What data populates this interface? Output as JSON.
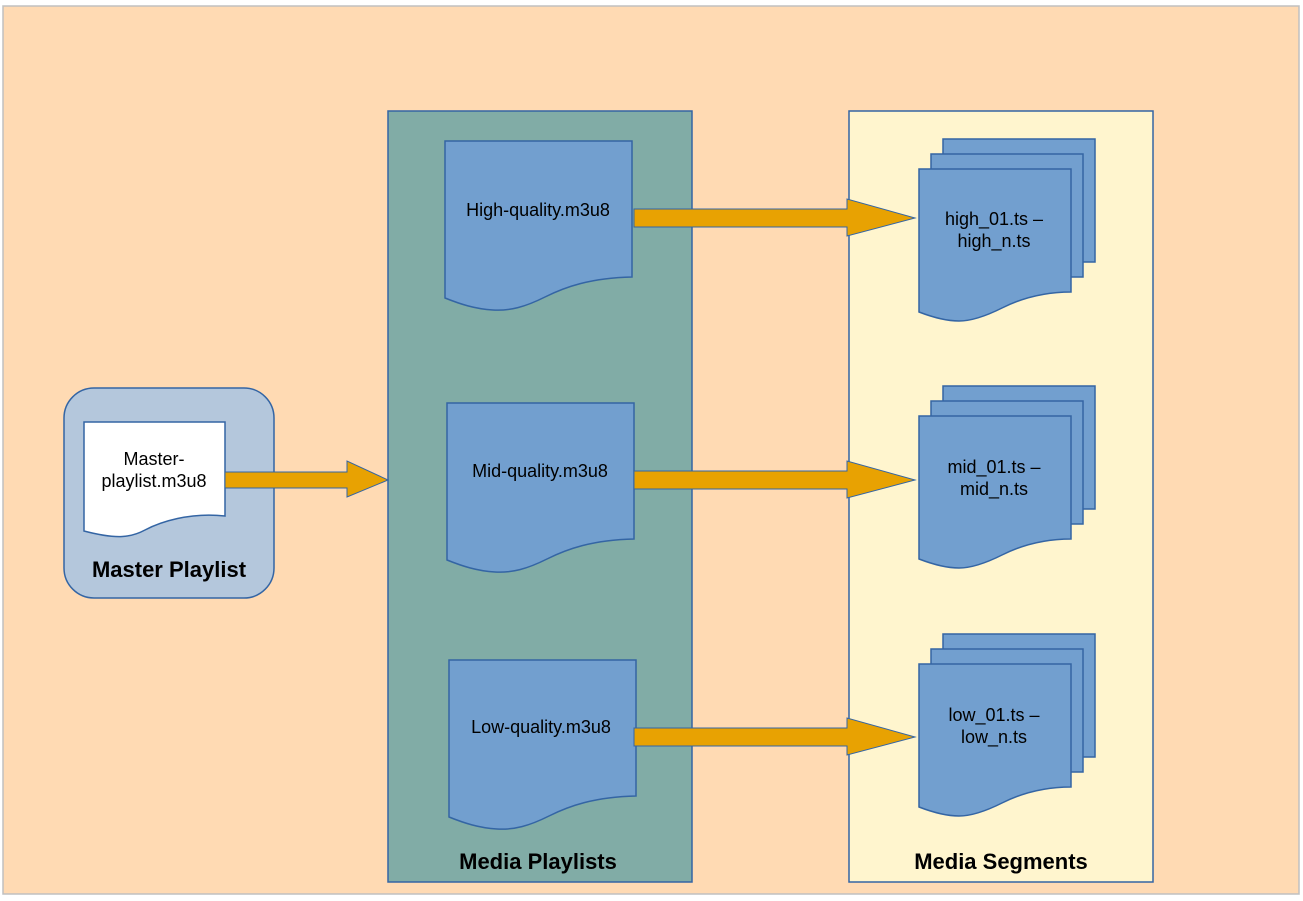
{
  "colors": {
    "page_background": "#FFDAB3",
    "master_group_fill": "#B4C7DC",
    "master_doc_fill": "#FFFFFF",
    "media_playlists_panel": "#81ACA6",
    "media_segments_panel": "#FFF5CE",
    "doc_fill": "#729FCF",
    "doc_stroke": "#3465A4",
    "arrow": "#E8A202",
    "arrow_stroke": "#3465A4"
  },
  "master": {
    "doc_label_line1": "Master-",
    "doc_label_line2": "playlist.m3u8",
    "group_label": "Master Playlist"
  },
  "media_playlists": {
    "group_label": "Media Playlists",
    "items": [
      {
        "label": "High-quality.m3u8"
      },
      {
        "label": "Mid-quality.m3u8"
      },
      {
        "label": "Low-quality.m3u8"
      }
    ]
  },
  "media_segments": {
    "group_label": "Media Segments",
    "items": [
      {
        "line1": "high_01.ts –",
        "line2": "high_n.ts"
      },
      {
        "line1": "mid_01.ts –",
        "line2": "mid_n.ts"
      },
      {
        "line1": "low_01.ts –",
        "line2": "low_n.ts"
      }
    ]
  }
}
